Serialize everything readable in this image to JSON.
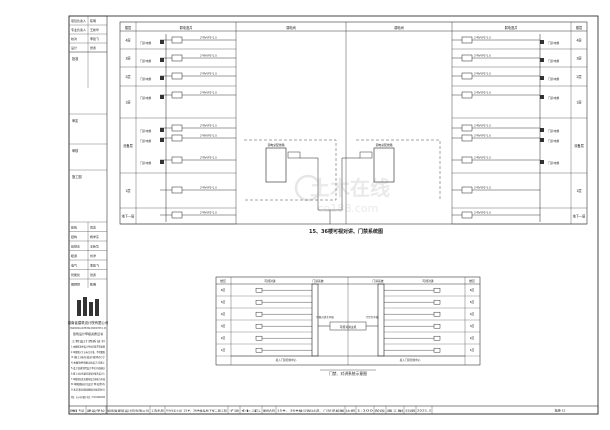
{
  "title_block": {
    "rows": [
      {
        "label": "项目负责人",
        "value": "陈明"
      },
      {
        "label": "专业负责人",
        "value": "王新华"
      },
      {
        "label": "校对",
        "value": "李建飞"
      },
      {
        "label": "设计",
        "value": "张勇"
      }
    ],
    "side_labels": [
      "批准",
      "审定",
      "审核",
      "施工图"
    ],
    "sign_rows": [
      {
        "label": "建筑",
        "value": "周志"
      },
      {
        "label": "结构",
        "value": "杨学东"
      },
      {
        "label": "给排水",
        "value": "王新华"
      },
      {
        "label": "暖通",
        "value": "刘洋"
      },
      {
        "label": "电气",
        "value": "李建飞"
      },
      {
        "label": "智能化",
        "value": "张勇"
      },
      {
        "label": "概预算",
        "value": "陈明"
      }
    ],
    "company_cn": "湖南省建筑设计院有限公司",
    "company_en": "HUNAN PROVINCIAL ARCHITECTURAL DESIGN INSTITUTE CO., LTD",
    "cert_label": "建筑设计甲级资质证书",
    "notes": [
      "工程设计资质证书",
      "1.本图纸未经设计单位同意不得复制",
      "2.本图纸尺寸以标注为准，不得量取",
      "3.施工前应核对现场尺寸",
      "4.本图须经审图合格后方可施工",
      "5.设计变更须经设计单位书面确认",
      "6.施工中如有疑问请及时联系设计人",
      "7.本图须加盖出图章及注册章方有效",
      "8.本图版权归设计单位所有",
      "9.未尽事宜按国家相关规范执行"
    ],
    "address": "地址：长沙市开福区 电话：0731-84000000"
  },
  "upper": {
    "left_header": [
      "楼层",
      "弱电竖井",
      "弱电间"
    ],
    "right_header": [
      "弱电间",
      "弱电竖井",
      "楼层"
    ],
    "floors": [
      "4层",
      "3层",
      "2层",
      "1层",
      "设备层",
      "1层",
      "地下一层"
    ],
    "cable_labels": [
      "2*RVVP2*1.0",
      "2*RVVP2*1.0",
      "2*RVVP2*1.0",
      "2*RVVP2*1.0",
      "2*RVVP2*1.0",
      "2*RVVP2*1.0",
      "2*RVVP2*1.0",
      "2*RVVP2*1.0",
      "2*RVVP2*1.0"
    ],
    "terminal_labels": [
      "门禁/电梯",
      "门禁/电梯",
      "门禁/电梯",
      "门禁/电梯",
      "门禁/电梯",
      "门禁/电梯",
      "门禁/电梯"
    ],
    "cabinet_label": "弱电总配线箱",
    "caption": "15、36楼可视对讲、门禁系统图"
  },
  "lower": {
    "left_header": [
      "楼层",
      "可视对讲",
      "门禁系统"
    ],
    "right_header": [
      "门禁系统",
      "可视对讲",
      "楼层"
    ],
    "floors": [
      "6层",
      "5层",
      "4层",
      "3层",
      "2层",
      "1层"
    ],
    "riser_labels": [
      "可视对讲主干线",
      "门禁主干线"
    ],
    "center_label": "可视对讲主机",
    "bottom_labels": [
      "接入门禁控制中心",
      "接入门禁控制中心"
    ],
    "caption": "门禁、对讲系统示意图"
  },
  "footer": {
    "cells": [
      "图号",
      "建设单位",
      "湖南省建筑设计院有限公司",
      "工程名称",
      "XX住宅小区 15#、36#楼及地下室二期工程",
      "子项",
      "住宅",
      "图纸名称",
      "15#、36#楼可视对讲、门禁系统图",
      "比例",
      "1:100",
      "阶段",
      "施工图",
      "日期",
      "2021.3"
    ],
    "drawing_no": "电施-15"
  },
  "watermark": {
    "main": "土木在线",
    "sub": "co188.com"
  }
}
